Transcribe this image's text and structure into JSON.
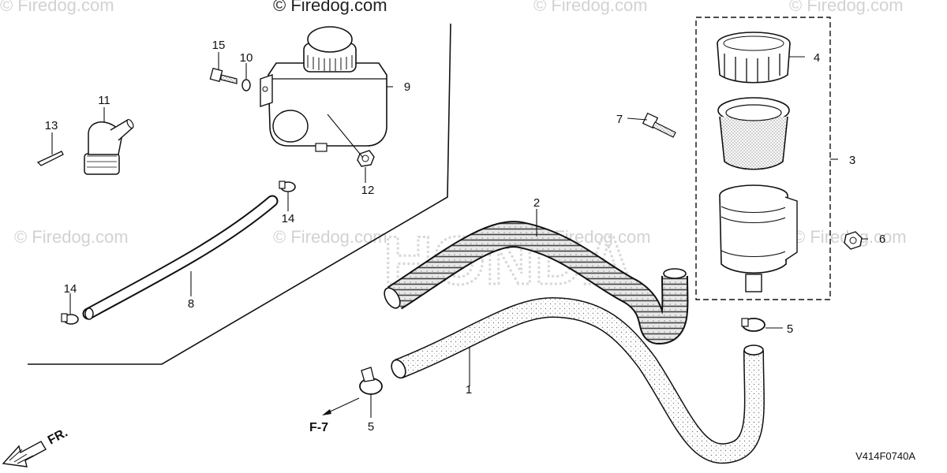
{
  "watermarks": {
    "top_center": "© Firedog.com",
    "faint": "© Firedog.com"
  },
  "callouts": {
    "c1": "1",
    "c2": "2",
    "c3": "3",
    "c4": "4",
    "c5a": "5",
    "c5b": "5",
    "c6": "6",
    "c7": "7",
    "c8": "8",
    "c9": "9",
    "c10": "10",
    "c11": "11",
    "c12": "12",
    "c13": "13",
    "c14a": "14",
    "c14b": "14",
    "c15": "15"
  },
  "labels": {
    "front": "FR.",
    "ref": "F-7",
    "drawing_code": "V414F0740A"
  },
  "colors": {
    "line": "#111111",
    "watermark": "#d2d2d2"
  }
}
